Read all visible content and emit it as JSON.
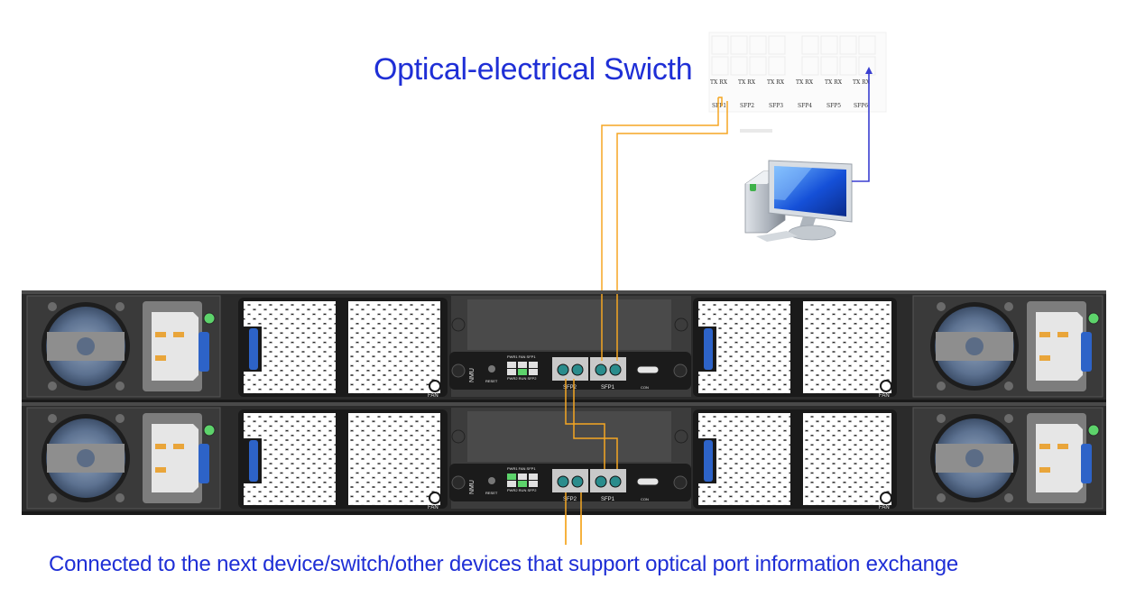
{
  "title": "Optical-electrical Swicth",
  "caption": "Connected to the next device/switch/other devices that support optical port information exchange",
  "colors": {
    "text_blue": "#1f2fd6",
    "fiber_orange": "#f5a623",
    "ethernet_blue": "#3a3fd0",
    "chassis": "#2e2e2e",
    "nmu_panel": "#1b1b1b"
  },
  "switch_panel": {
    "ports": [
      "SFP1",
      "SFP2",
      "SFP3",
      "SFP4",
      "SFP5",
      "SFP6"
    ],
    "port_sublabel": "TX RX"
  },
  "nmu": {
    "name": "NMU",
    "reset": "RESET",
    "leds_top": "PWR1 FAN SFP1",
    "leds_bottom": "PWR2 RUN SFP2",
    "sfp2": "SFP2",
    "sfp1": "SFP1",
    "con": "CON"
  },
  "fan_label": "FAN",
  "icons": [
    "fan-icon",
    "power-socket-icon",
    "computer-icon",
    "sfp-port-icon"
  ]
}
